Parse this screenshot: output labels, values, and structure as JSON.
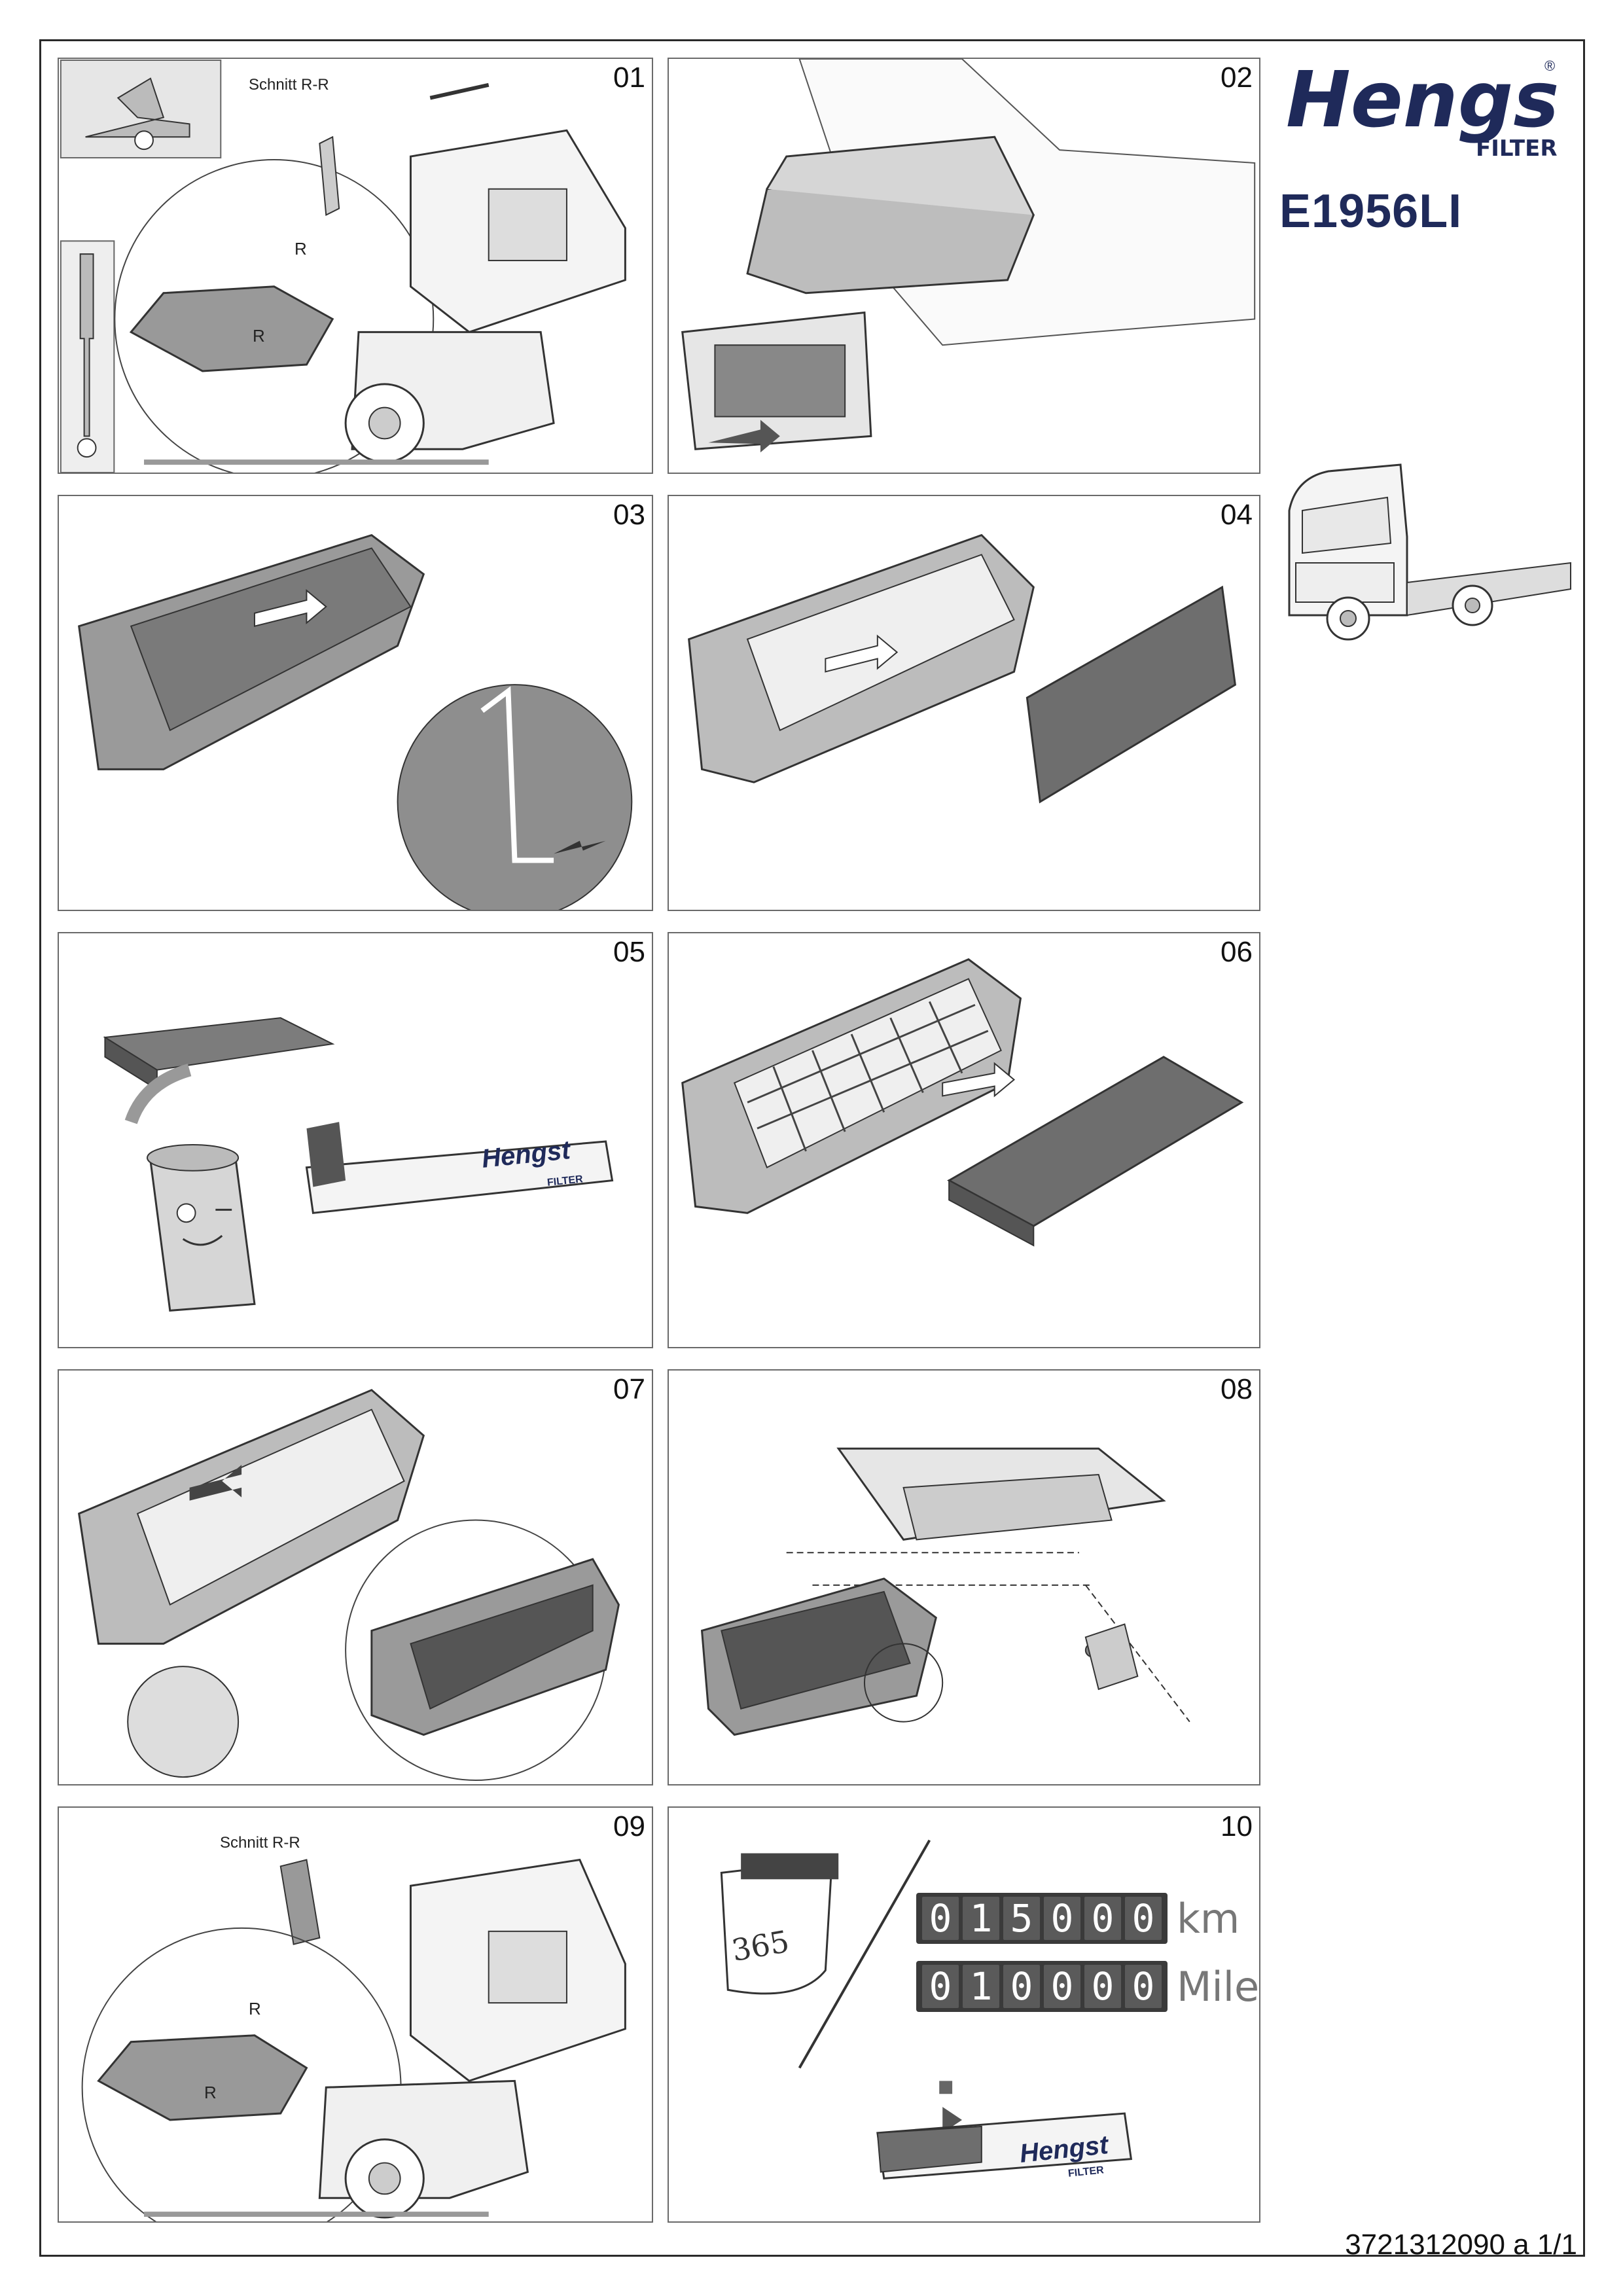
{
  "brand": {
    "name": "Hengst",
    "sub": "FILTER",
    "registered": "®"
  },
  "model": "E1956LI",
  "footer": "3721312090 a 1/1",
  "panels": [
    {
      "num": "01",
      "label": "Schnitt R-R",
      "marker": "R"
    },
    {
      "num": "02"
    },
    {
      "num": "03"
    },
    {
      "num": "04"
    },
    {
      "num": "05",
      "box_brand": "Hengst",
      "box_sub": "FILTER"
    },
    {
      "num": "06"
    },
    {
      "num": "07"
    },
    {
      "num": "08"
    },
    {
      "num": "09",
      "label": "Schnitt R-R",
      "marker": "R"
    },
    {
      "num": "10",
      "days": "365",
      "km_digits": "015000",
      "km_unit": "km",
      "mi_digits": "010000",
      "mi_unit": "Miles",
      "box_brand": "Hengst",
      "box_sub": "FILTER"
    }
  ],
  "colors": {
    "brand": "#1f2a5a",
    "panel_border": "#6a6a6a",
    "filter_gray": "#6e6e6e",
    "light_gray": "#d9d9d9"
  }
}
